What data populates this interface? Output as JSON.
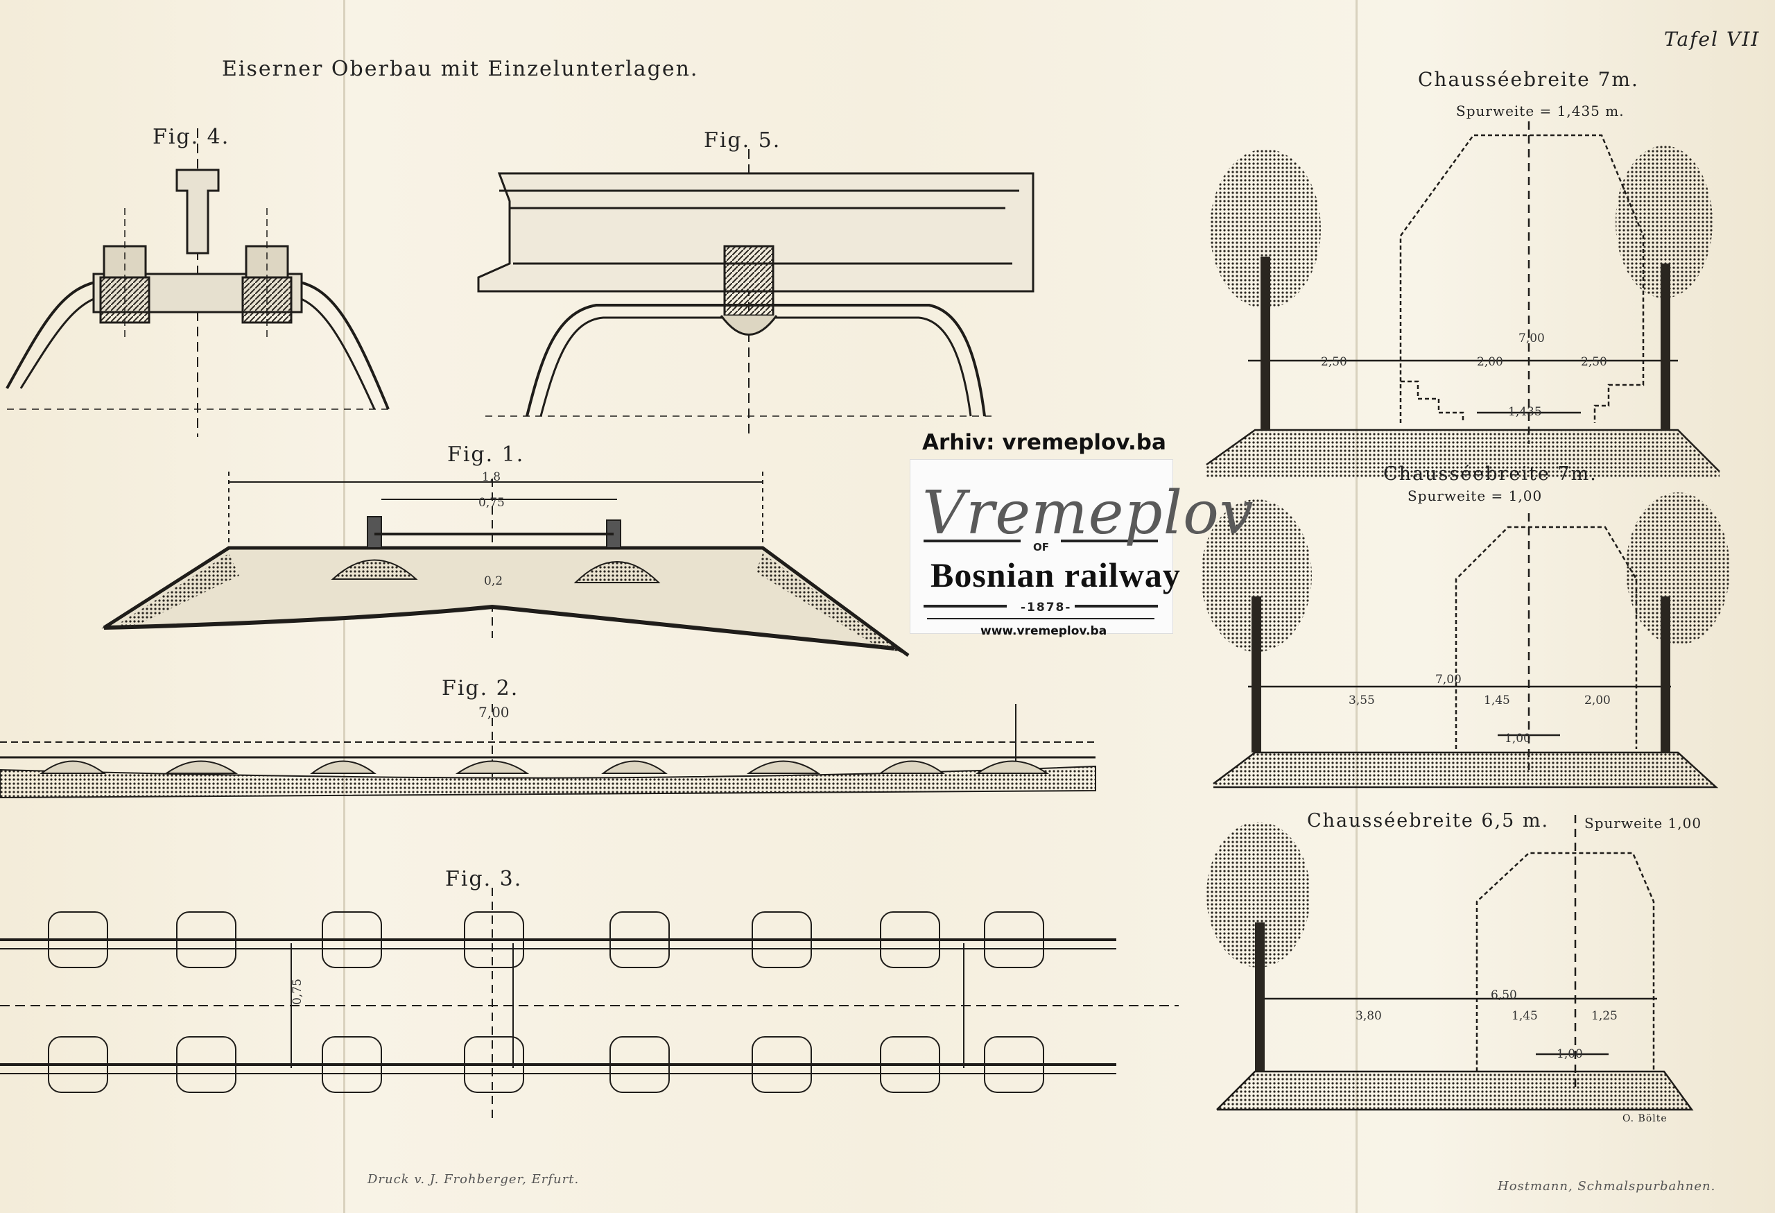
{
  "sheet": {
    "plate_label": "Tafel VII",
    "title": "Eiserner Oberbau mit Einzelunterlagen.",
    "printer": "Druck v. J. Frohberger, Erfurt.",
    "source": "Hostmann, Schmalspurbahnen.",
    "engraver": "O. Bölte"
  },
  "figures": {
    "fig4": "Fig. 4.",
    "fig5": "Fig. 5.",
    "fig1": "Fig. 1.",
    "fig2": "Fig. 2.",
    "fig3": "Fig. 3."
  },
  "fig1_dims": {
    "width": "1,8",
    "track": "0,75",
    "depth": "0,2"
  },
  "fig2_dims": {
    "length": "7,00"
  },
  "fig3_dims": {
    "gauge": "0,75"
  },
  "road_sections": [
    {
      "title": "Chausséebreite 7m.",
      "gauge": "Spurweite = 1,435 m.",
      "total": "7,00",
      "left": "2,50",
      "mid": "2,00",
      "right": "2,50",
      "track": "1,435"
    },
    {
      "title": "Chausséebreite 7m.",
      "gauge": "Spurweite = 1,00",
      "total": "7,00",
      "left": "3,55",
      "mid": "1,45",
      "right": "2,00",
      "track": "1,00"
    },
    {
      "title": "Chausséebreite 6,5 m.",
      "gauge": "Spurweite 1,00",
      "total": "6,50",
      "left": "3,80",
      "mid": "1,45",
      "right": "1,25",
      "track": "1,00"
    }
  ],
  "watermark": {
    "archive": "Arhiv: vremeplov.ba",
    "logo_main": "Vremeplov",
    "logo_of": "OF",
    "logo_sub": "Bosnian railway",
    "logo_year": "-1878-",
    "url": "www.vremeplov.ba"
  },
  "colors": {
    "paper": "#f6f1e4",
    "ink": "#1f1d1a",
    "ground": "#2a2620"
  }
}
